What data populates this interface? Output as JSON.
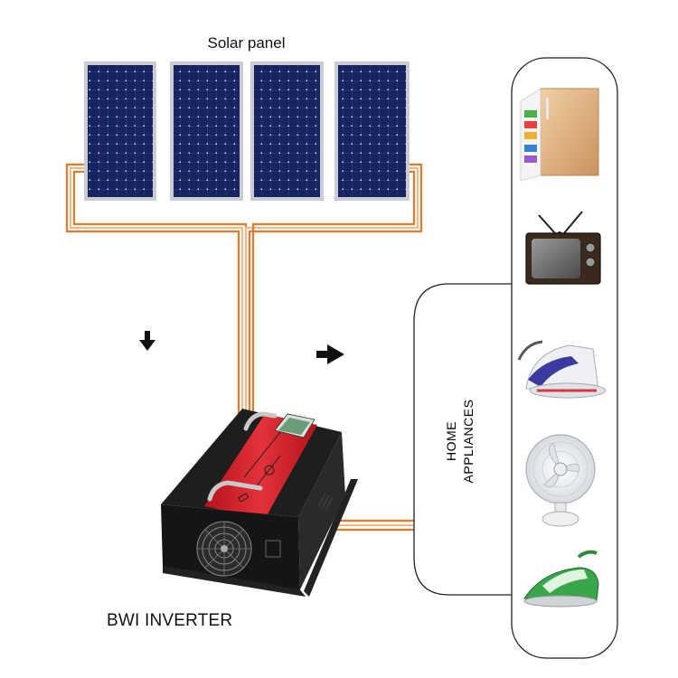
{
  "labels": {
    "solar_panel": "Solar panel",
    "inverter": "BWI INVERTER",
    "appliances_line1": "HOME",
    "appliances_line2": "APPLIANCES"
  },
  "colors": {
    "cable_orange": "#e8782a",
    "cable_pale": "#f3b88a",
    "panel_cell": "#1c2a6b",
    "panel_frame": "#c9ccd3",
    "inverter_red": "#d4232a",
    "inverter_body": "#1b1b1b",
    "outline": "#222222"
  },
  "icons": {
    "arrow_down": "arrow-down-icon",
    "arrow_right": "arrow-right-icon",
    "appliances": [
      "refrigerator-icon",
      "television-icon",
      "steam-iron-icon",
      "table-fan-icon",
      "iron-icon"
    ]
  }
}
